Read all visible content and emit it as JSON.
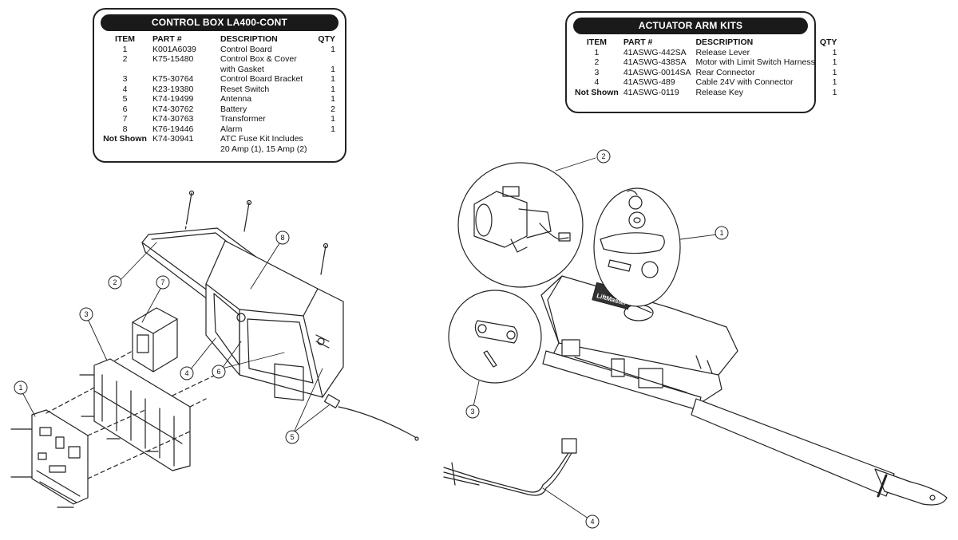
{
  "control_box": {
    "title": "CONTROL BOX LA400-CONT",
    "headers": {
      "item": "ITEM",
      "part": "PART #",
      "description": "DESCRIPTION",
      "qty": "QTY"
    },
    "rows": [
      {
        "item": "1",
        "part": "K001A6039",
        "description": "Control Board",
        "qty": "1"
      },
      {
        "item": "2",
        "part": "K75-15480",
        "description": "Control Box & Cover",
        "description2": "with Gasket",
        "qty": "1"
      },
      {
        "item": "3",
        "part": "K75-30764",
        "description": "Control Board Bracket",
        "qty": "1"
      },
      {
        "item": "4",
        "part": "K23-19380",
        "description": "Reset Switch",
        "qty": "1"
      },
      {
        "item": "5",
        "part": "K74-19499",
        "description": "Antenna",
        "qty": "1"
      },
      {
        "item": "6",
        "part": "K74-30762",
        "description": "Battery",
        "qty": "2"
      },
      {
        "item": "7",
        "part": "K74-30763",
        "description": "Transformer",
        "qty": "1"
      },
      {
        "item": "8",
        "part": "K76-19446",
        "description": "Alarm",
        "qty": "1"
      },
      {
        "item": "Not Shown",
        "part": "K74-30941",
        "description": "ATC Fuse Kit Includes",
        "description2": "20 Amp (1), 15 Amp (2)",
        "qty": ""
      }
    ]
  },
  "actuator_kits": {
    "title": "ACTUATOR ARM KITS",
    "headers": {
      "item": "ITEM",
      "part": "PART #",
      "description": "DESCRIPTION",
      "qty": "QTY"
    },
    "rows": [
      {
        "item": "1",
        "part": "41ASWG-442SA",
        "description": "Release Lever",
        "qty": "1"
      },
      {
        "item": "2",
        "part": "41ASWG-438SA",
        "description": "Motor with Limit Switch Harness",
        "qty": "1"
      },
      {
        "item": "3",
        "part": "41ASWG-0014SA",
        "description": "Rear Connector",
        "qty": "1"
      },
      {
        "item": "4",
        "part": "41ASWG-489",
        "description": "Cable 24V with Connector",
        "qty": "1"
      },
      {
        "item": "Not Shown",
        "part": "41ASWG-0119",
        "description": "Release Key",
        "qty": "1"
      }
    ]
  },
  "callouts_control": [
    "1",
    "2",
    "3",
    "4",
    "5",
    "6",
    "7",
    "8"
  ],
  "callouts_actuator": [
    "1",
    "2",
    "3",
    "4"
  ],
  "brand_text": "LiftMaster"
}
